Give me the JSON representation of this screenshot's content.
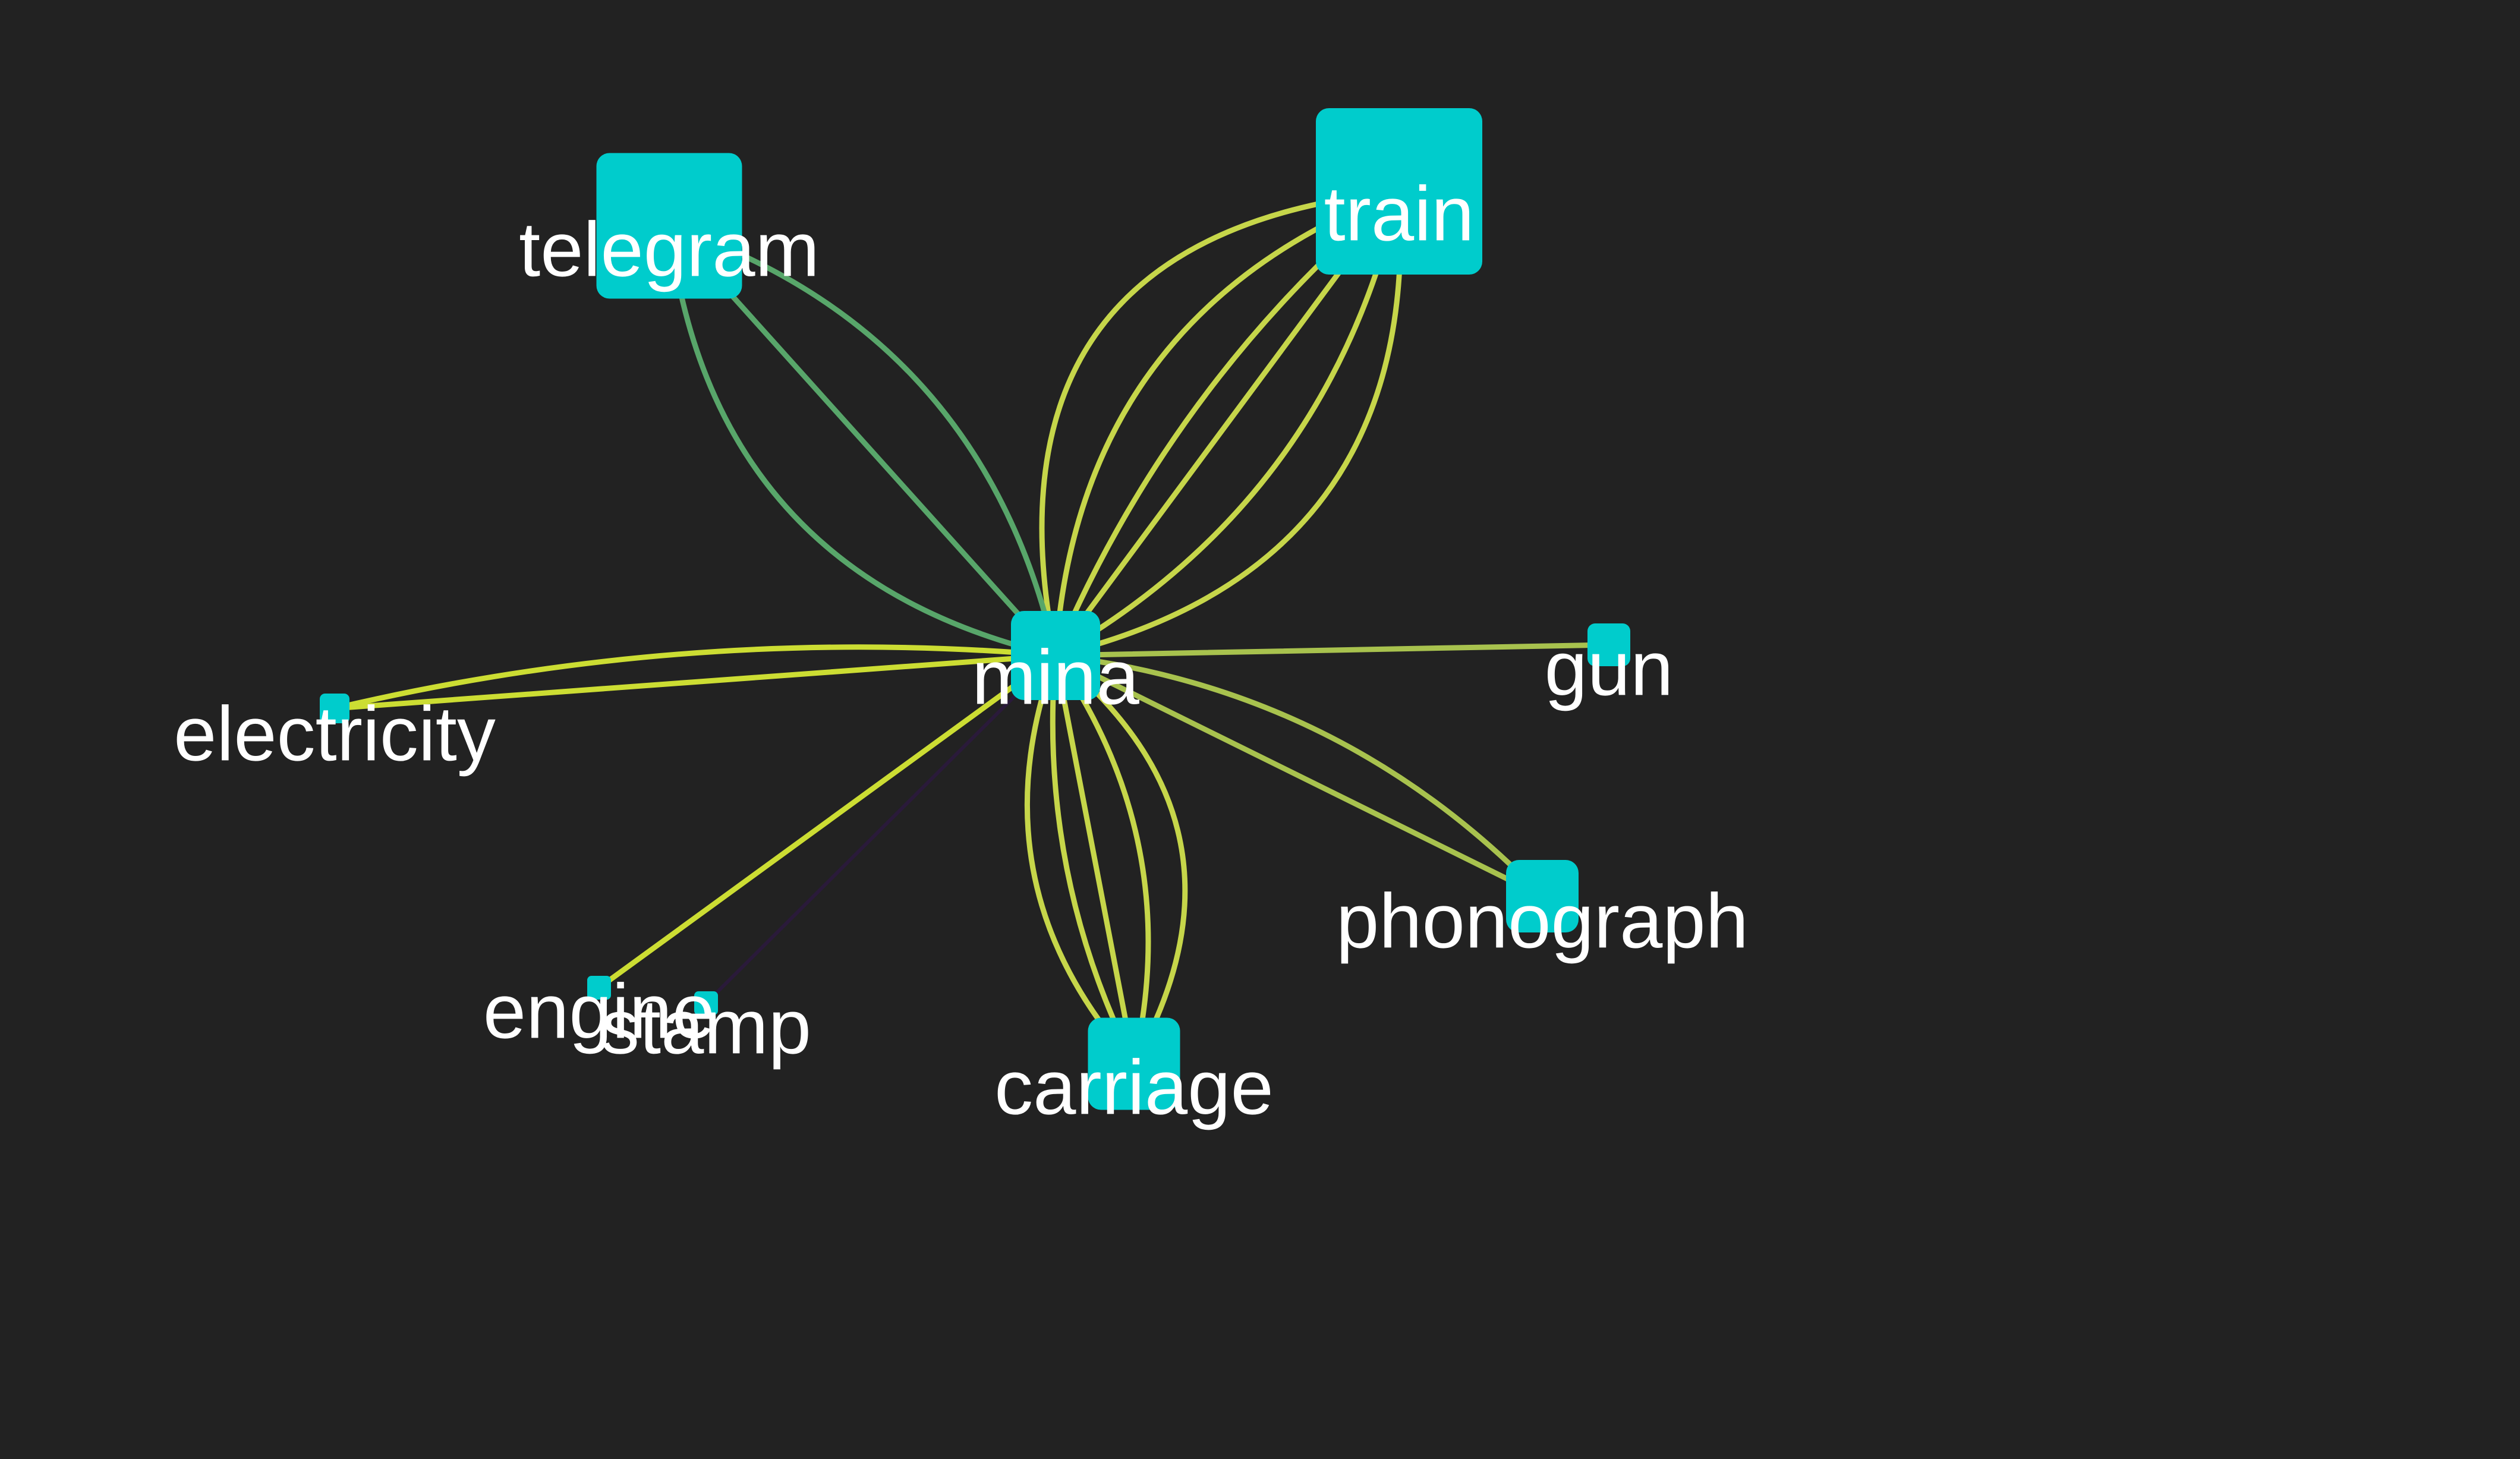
{
  "graph": {
    "background": "#222222",
    "node_color": "#00cccc",
    "label_color": "#ffffff",
    "edge_colors": {
      "yellow_green": "#c6d64a",
      "green": "#58a66a",
      "bright_yellow": "#ccdd33",
      "olive": "#a8c24e",
      "dark_purple": "#2a1a3a"
    },
    "nodes": [
      {
        "id": "mina",
        "label": "mina"
      },
      {
        "id": "telegram",
        "label": "telegram"
      },
      {
        "id": "train",
        "label": "train"
      },
      {
        "id": "gun",
        "label": "gun"
      },
      {
        "id": "electricity",
        "label": "electricity"
      },
      {
        "id": "phonograph",
        "label": "phonograph"
      },
      {
        "id": "engine",
        "label": "engine"
      },
      {
        "id": "stamp",
        "label": "stamp"
      },
      {
        "id": "carriage",
        "label": "carriage"
      }
    ],
    "edges": [
      {
        "source": "mina",
        "target": "train",
        "count": 6,
        "color": "yellow_green"
      },
      {
        "source": "mina",
        "target": "telegram",
        "count": 3,
        "color": "green"
      },
      {
        "source": "mina",
        "target": "gun",
        "count": 1,
        "color": "olive"
      },
      {
        "source": "mina",
        "target": "electricity",
        "count": 2,
        "color": "bright_yellow"
      },
      {
        "source": "mina",
        "target": "phonograph",
        "count": 2,
        "color": "olive"
      },
      {
        "source": "mina",
        "target": "engine",
        "count": 1,
        "color": "bright_yellow"
      },
      {
        "source": "mina",
        "target": "stamp",
        "count": 1,
        "color": "dark_purple"
      },
      {
        "source": "mina",
        "target": "carriage",
        "count": 5,
        "color": "yellow_green"
      }
    ]
  }
}
